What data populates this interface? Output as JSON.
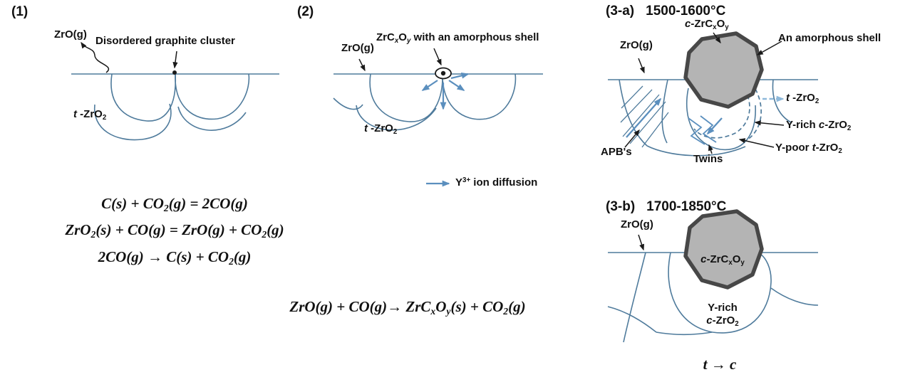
{
  "colors": {
    "line": "#4f7b9c",
    "arrow_blue": "#5b8fbe",
    "arrow_light_blue": "#8db8da",
    "gray_fill": "#b4b4b4",
    "shell_stroke": "#474747",
    "black": "#1a1a1a",
    "white": "#ffffff"
  },
  "panel1": {
    "title": "(1)",
    "zro_g": "ZrO(g)",
    "cluster_label": "Disordered graphite cluster",
    "t_zro2": [
      [
        "t",
        "i"
      ],
      [
        " -ZrO",
        ""
      ],
      [
        "2",
        "sub"
      ]
    ]
  },
  "panel2": {
    "title": "(2)",
    "zro_g": "ZrO(g)",
    "particle_label": [
      [
        "ZrC",
        ""
      ],
      [
        "x",
        "sub i"
      ],
      [
        "O",
        ""
      ],
      [
        "y",
        "sub i"
      ],
      [
        " with an amorphous shell",
        ""
      ]
    ],
    "t_zro2": [
      [
        "t",
        "i"
      ],
      [
        " -ZrO",
        ""
      ],
      [
        "2",
        "sub"
      ]
    ],
    "legend": [
      [
        "Y",
        ""
      ],
      [
        "3+",
        "sup"
      ],
      [
        " ion diffusion",
        ""
      ]
    ]
  },
  "equations": {
    "eq1": [
      [
        "C(s) + CO",
        ""
      ],
      [
        "2",
        "sub"
      ],
      [
        "(g) = 2CO(g)",
        ""
      ]
    ],
    "eq2": [
      [
        "ZrO",
        ""
      ],
      [
        "2",
        "sub"
      ],
      [
        "(s) + CO(g) = ZrO(g) + CO",
        ""
      ],
      [
        "2",
        "sub"
      ],
      [
        "(g)",
        ""
      ]
    ],
    "eq3": [
      [
        "2CO(g) → C(s) + CO",
        ""
      ],
      [
        "2",
        "sub"
      ],
      [
        "(g)",
        ""
      ]
    ],
    "eq4": [
      [
        "ZrO(g) + CO(g)→ ZrC",
        ""
      ],
      [
        "x",
        "sub"
      ],
      [
        "O",
        ""
      ],
      [
        "y",
        "sub"
      ],
      [
        "(s) + CO",
        ""
      ],
      [
        "2",
        "sub"
      ],
      [
        "(g)",
        ""
      ]
    ]
  },
  "panel3a": {
    "title": "(3-a)",
    "temp": "1500-1600°C",
    "zro_g": "ZrO(g)",
    "particle": [
      [
        "c",
        "i"
      ],
      [
        "-ZrC",
        ""
      ],
      [
        "x",
        "sub"
      ],
      [
        "O",
        ""
      ],
      [
        "y",
        "sub"
      ]
    ],
    "shell": "An amorphous shell",
    "t_zro2": [
      [
        "t",
        "i"
      ],
      [
        " -ZrO",
        ""
      ],
      [
        "2",
        "sub"
      ]
    ],
    "y_rich": [
      [
        "Y-rich ",
        ""
      ],
      [
        "c",
        "i"
      ],
      [
        "-ZrO",
        ""
      ],
      [
        "2",
        "sub"
      ]
    ],
    "y_poor": [
      [
        "Y-poor ",
        ""
      ],
      [
        "t",
        "i"
      ],
      [
        "-ZrO",
        ""
      ],
      [
        "2",
        "sub"
      ]
    ],
    "twins": "Twins",
    "apbs": "APB's"
  },
  "panel3b": {
    "title": "(3-b)",
    "temp": "1700-1850°C",
    "zro_g": "ZrO(g)",
    "particle": [
      [
        "c",
        "i"
      ],
      [
        "-ZrC",
        ""
      ],
      [
        "x",
        "sub"
      ],
      [
        "O",
        ""
      ],
      [
        "y",
        "sub"
      ]
    ],
    "y_rich_line1": "Y-rich",
    "y_rich_line2": [
      [
        "c",
        "i"
      ],
      [
        "-ZrO",
        ""
      ],
      [
        "2",
        "sub"
      ]
    ],
    "t_to_c": [
      [
        "t",
        "i"
      ],
      [
        " → ",
        ""
      ],
      [
        "c",
        "i"
      ]
    ]
  }
}
